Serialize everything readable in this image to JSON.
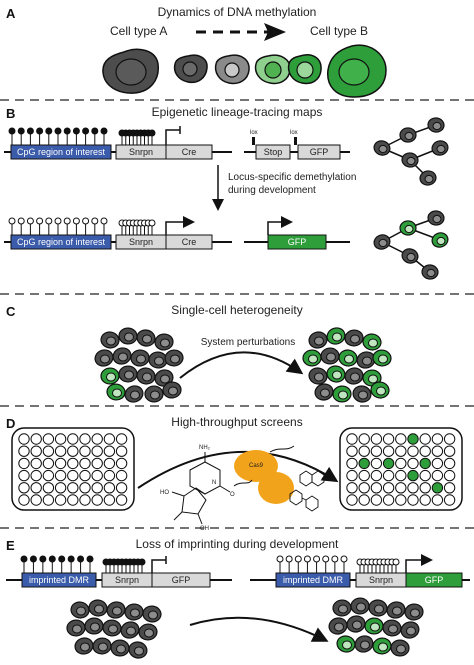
{
  "colors": {
    "green": "#2e9e3a",
    "blue": "#3b5bab",
    "grey_box": "#d9d9d9",
    "dark_cell": "#4a4a4a",
    "orange": "#f2a31c"
  },
  "panel_a": {
    "letter": "A",
    "title": "Dynamics of  DNA methylation",
    "cell_a": "Cell type A",
    "cell_b": "Cell type B"
  },
  "panel_b": {
    "letter": "B",
    "title": "Epigenetic lineage-tracing maps",
    "cpg_region": "CpG region of interest",
    "snrpn": "Snrpn",
    "cre": "Cre",
    "lox1": "lox",
    "lox2": "lox",
    "stop": "Stop",
    "gfp": "GFP",
    "arrow_line1": "Locus-specific demethylation",
    "arrow_line2": "during development",
    "cpg_region_2": "CpG region of interest",
    "snrpn_2": "Snrpn",
    "cre_2": "Cre",
    "gfp_2": "GFP"
  },
  "panel_c": {
    "letter": "C",
    "title": "Single-cell heterogeneity",
    "arrow_label": "System perturbations"
  },
  "panel_d": {
    "letter": "D",
    "title": "High-throughput screens",
    "cas9": "Cas9",
    "nh2": "NH₂",
    "n_label": "N",
    "o_label": "O",
    "ho_label": "HO",
    "oh_label": "OH"
  },
  "panel_e": {
    "letter": "E",
    "title": "Loss of imprinting during development",
    "dmr": "imprinted DMR",
    "snrpn": "Snrpn",
    "gfp": "GFP",
    "dmr_2": "imprinted DMR",
    "snrpn_2": "Snrpn",
    "gfp_2": "GFP"
  }
}
